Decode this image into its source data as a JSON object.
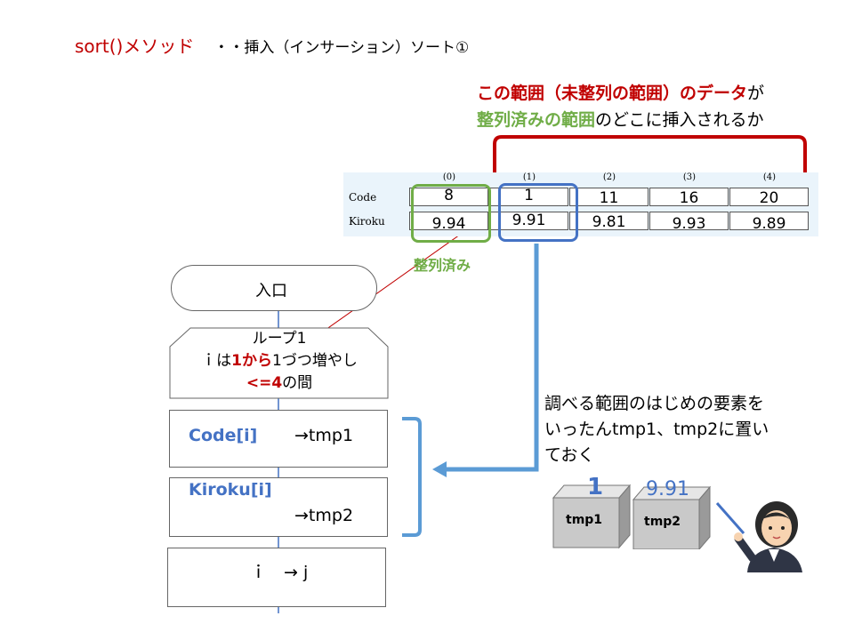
{
  "title": {
    "method": "sort()メソッド",
    "subtitle": "・・挿入（インサーション）ソート①"
  },
  "note": {
    "line1_red": "この範囲（未整列の範囲）のデータ",
    "line1_rest": "が",
    "line2_green": "整列済みの範囲",
    "line2_rest": "のどこに挿入されるか"
  },
  "table": {
    "indices": [
      "(0)",
      "(1)",
      "(2)",
      "(3)",
      "(4)"
    ],
    "row_labels": [
      "Code",
      "Kiroku"
    ],
    "code": [
      "8",
      "1",
      "11",
      "16",
      "20"
    ],
    "kiroku": [
      "9.94",
      "9.91",
      "9.81",
      "9.93",
      "9.89"
    ]
  },
  "sorted_label": "整列済み",
  "flowchart": {
    "entry": "入口",
    "loop_line1": "ループ1",
    "loop_line2_a": "ｉは",
    "loop_line2_b": "1から",
    "loop_line2_c": "1づつ増やし",
    "loop_line3_a": "<=4",
    "loop_line3_b": "の間",
    "step1_var": "Code[i]",
    "step1_rest": "→tmp1",
    "step2_var": "Kiroku[i]",
    "step2_rest": "→tmp2",
    "step3": "ｉ　→ j"
  },
  "explain": {
    "line1": "調べる範囲のはじめの要素を",
    "line2": "いったんtmp1、tmp2に置い",
    "line3": "ておく"
  },
  "tmp": {
    "tmp1_label": "tmp1",
    "tmp2_label": "tmp2",
    "tmp1_value": "1",
    "tmp2_value": "9.91"
  },
  "colors": {
    "red": "#c00000",
    "green": "#70ad47",
    "blue": "#4472c4",
    "arrow_blue": "#5b9bd5"
  }
}
